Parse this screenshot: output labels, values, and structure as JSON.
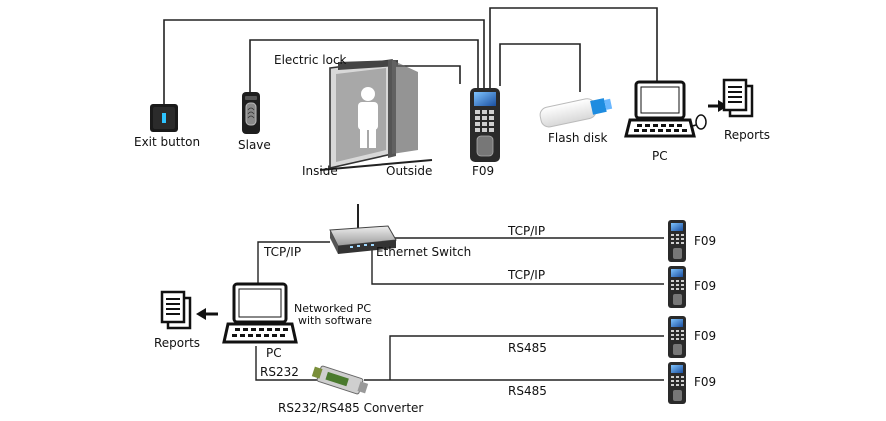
{
  "top_system": {
    "exit_button": "Exit button",
    "slave": "Slave",
    "electric_lock": "Electric lock",
    "inside": "Inside",
    "outside": "Outside",
    "f09": "F09",
    "flash_disk": "Flash disk",
    "pc": "PC",
    "reports": "Reports"
  },
  "network_system": {
    "ethernet_switch": "Ethernet Switch",
    "tcpip_left": "TCP/IP",
    "tcpip_1": "TCP/IP",
    "tcpip_2": "TCP/IP",
    "networked_pc_line1": "Networked PC",
    "networked_pc_line2": "with software",
    "pc": "PC",
    "rs232": "RS232",
    "converter": "RS232/RS485 Converter",
    "rs485_1": "RS485",
    "rs485_2": "RS485",
    "reports": "Reports",
    "terminals": [
      "F09",
      "F09",
      "F09",
      "F09"
    ]
  }
}
